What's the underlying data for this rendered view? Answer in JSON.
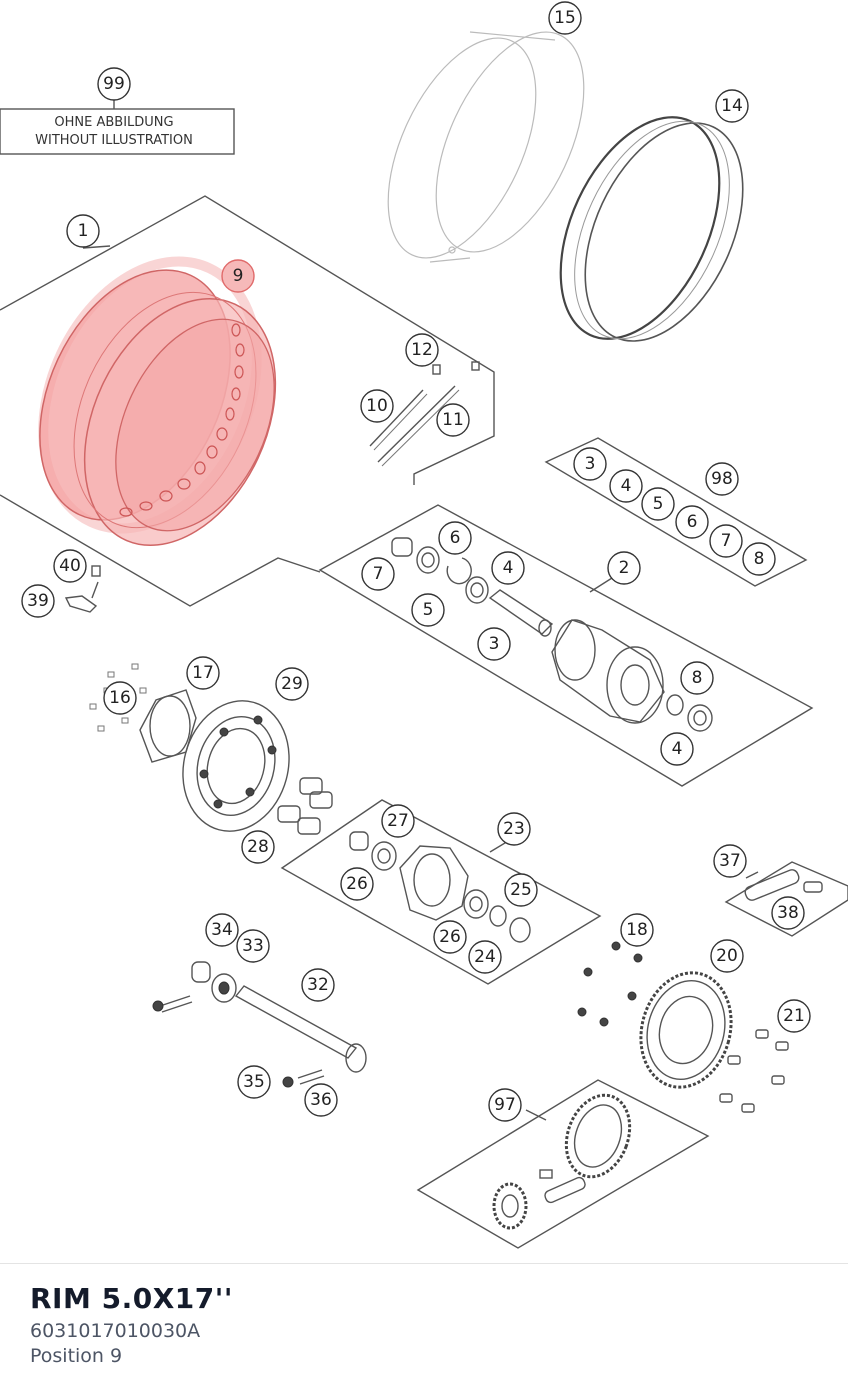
{
  "note": {
    "line1": "OHNE ABBILDUNG",
    "line2": "WITHOUT ILLUSTRATION"
  },
  "callouts": {
    "c1": "1",
    "c2": "2",
    "c3a": "3",
    "c3b": "3",
    "c4a": "4",
    "c4b": "4",
    "c4c": "4",
    "c5a": "5",
    "c5b": "5",
    "c6a": "6",
    "c6b": "6",
    "c7a": "7",
    "c7b": "7",
    "c8a": "8",
    "c8b": "8",
    "c9": "9",
    "c10": "10",
    "c11": "11",
    "c12": "12",
    "c14": "14",
    "c15": "15",
    "c16": "16",
    "c17": "17",
    "c18": "18",
    "c20": "20",
    "c21": "21",
    "c23": "23",
    "c24": "24",
    "c25": "25",
    "c26a": "26",
    "c26b": "26",
    "c27": "27",
    "c28": "28",
    "c29": "29",
    "c32": "32",
    "c33": "33",
    "c34": "34",
    "c35": "35",
    "c36": "36",
    "c37": "37",
    "c38": "38",
    "c39": "39",
    "c40": "40",
    "c97": "97",
    "c98": "98",
    "c99": "99"
  },
  "highlight": {
    "color": "#f08080"
  },
  "selected_part": {
    "title": "RIM 5.0X17''",
    "number": "6031017010030A",
    "position": "Position 9"
  }
}
